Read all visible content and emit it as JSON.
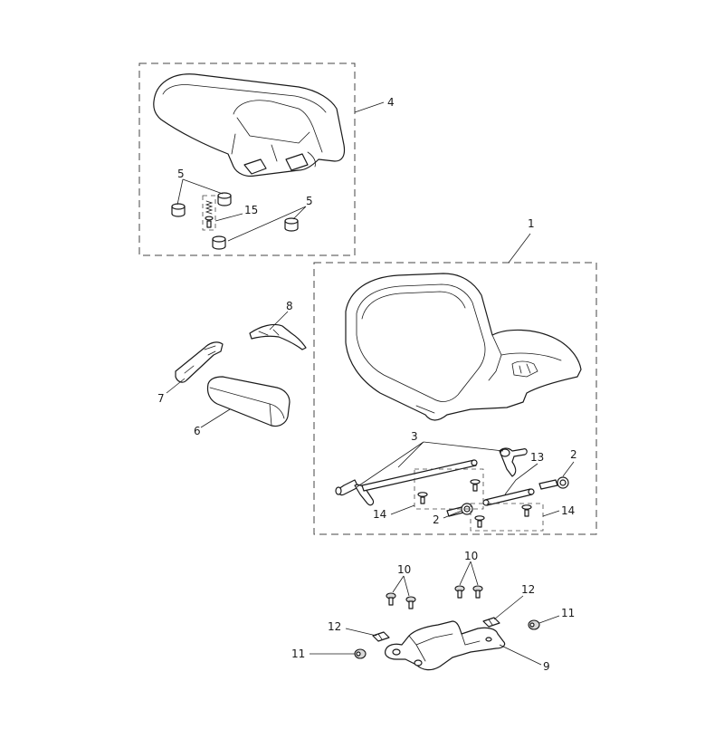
{
  "callouts": {
    "c1": "1",
    "c2a": "2",
    "c2b": "2",
    "c3": "3",
    "c4": "4",
    "c5a": "5",
    "c5b": "5",
    "c6": "6",
    "c7": "7",
    "c8": "8",
    "c9": "9",
    "c10a": "10",
    "c10b": "10",
    "c11a": "11",
    "c11b": "11",
    "c12a": "12",
    "c12b": "12",
    "c13": "13",
    "c14a": "14",
    "c14b": "14",
    "c15": "15"
  }
}
